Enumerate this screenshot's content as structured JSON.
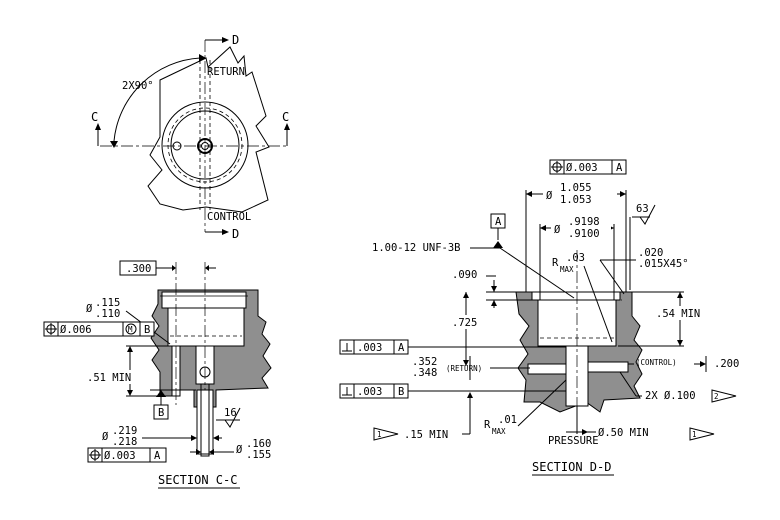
{
  "top_view": {
    "section_letter_c": "C",
    "section_letter_d": "D",
    "angle_label": "2X90°",
    "return_label": "RETURN",
    "control_label": "CONTROL"
  },
  "section_cc": {
    "title": "SECTION C-C",
    "dim_300": ".300",
    "dia_symbol": "Ø",
    "dim_115": ".115",
    "dim_110": ".110",
    "fcf1_tol": "Ø.006",
    "fcf1_mod": "M",
    "fcf1_datum": "B",
    "dim_51min": ".51 MIN",
    "datum_b": "B",
    "dim_219": ".219",
    "dim_218": ".218",
    "fcf2_tol": "Ø.003",
    "fcf2_datum": "A",
    "finish_16": "16",
    "dim_160": ".160",
    "dim_155": ".155"
  },
  "section_dd": {
    "title": "SECTION D-D",
    "fcf_top_tol": "Ø.003",
    "fcf_top_datum": "A",
    "dia_symbol": "Ø",
    "dim_1055": "1.055",
    "dim_1053": "1.053",
    "finish_63": "63",
    "datum_a": "A",
    "dim_9198": ".9198",
    "dim_9100": ".9100",
    "thread": "1.00-12 UNF-3B",
    "r_val_03": ".03",
    "r_label": "R",
    "max_label": "MAX",
    "chamfer_020": ".020",
    "chamfer_015": ".015X45°",
    "dim_090": ".090",
    "dim_725": ".725",
    "dim_54min": ".54 MIN",
    "perp1_tol": ".003",
    "perp1_datum": "A",
    "dim_352": ".352",
    "dim_348": ".348",
    "return_label": "(RETURN)",
    "control_label": "(CONTROL)",
    "dim_200": ".200",
    "perp2_tol": ".003",
    "perp2_datum": "B",
    "holes_note": "2X Ø.100",
    "flag_2": "2",
    "flag_1": "1",
    "r_val_01": ".01",
    "dim_15min": ".15 MIN",
    "pressure_label": "PRESSURE",
    "dim_50min": "Ø.50 MIN"
  }
}
